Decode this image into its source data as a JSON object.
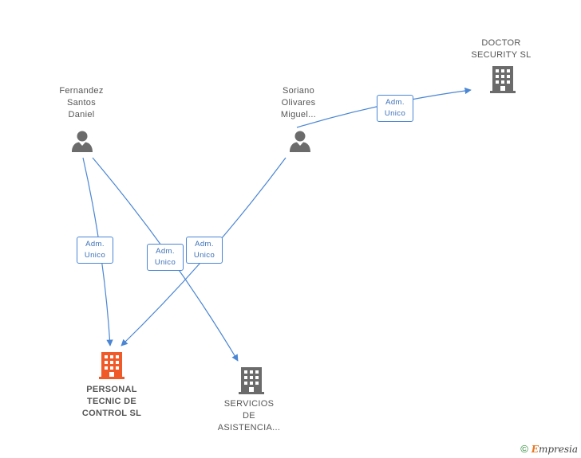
{
  "nodes": {
    "person_fernandez": {
      "lines": [
        "Fernandez",
        "Santos",
        "Daniel"
      ],
      "type": "person",
      "icon": "person-icon"
    },
    "person_soriano": {
      "lines": [
        "Soriano",
        "Olivares",
        "Miguel..."
      ],
      "type": "person",
      "icon": "person-icon"
    },
    "company_doctor": {
      "lines": [
        "DOCTOR",
        "SECURITY  SL"
      ],
      "type": "company",
      "icon": "building-icon"
    },
    "company_personal": {
      "lines": [
        "PERSONAL",
        "TECNIC DE",
        "CONTROL  SL"
      ],
      "type": "company-highlight",
      "icon": "building-icon"
    },
    "company_servicios": {
      "lines": [
        "SERVICIOS",
        "DE",
        "ASISTENCIA..."
      ],
      "type": "company",
      "icon": "building-icon"
    }
  },
  "edges": [
    {
      "from": "person_soriano",
      "to": "company_doctor",
      "label": [
        "Adm.",
        "Unico"
      ]
    },
    {
      "from": "person_fernandez",
      "to": "company_personal",
      "label": [
        "Adm.",
        "Unico"
      ]
    },
    {
      "from": "person_fernandez",
      "to": "company_servicios",
      "label": [
        "Adm.",
        "Unico"
      ]
    },
    {
      "from": "person_soriano",
      "to": "company_personal",
      "label": [
        "Adm.",
        "Unico"
      ]
    }
  ],
  "colors": {
    "edge": "#4a86d4",
    "person_icon": "#6b6b6b",
    "company_icon": "#6b6b6b",
    "highlight_icon": "#f05a28"
  },
  "footer": {
    "copyright_symbol": "©",
    "brand_first": "E",
    "brand_rest": "mpresia"
  }
}
